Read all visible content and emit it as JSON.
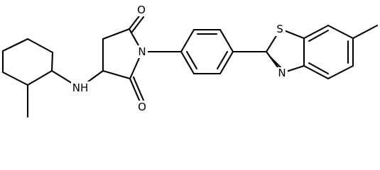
{
  "structure": {
    "atoms": {
      "o_top": "O",
      "o_bottom": "O",
      "n_imide": "N",
      "nh": "NH",
      "s": "S",
      "n_thiazole": "N"
    },
    "colors": {
      "bond": "#000000",
      "label": "#000000",
      "background": "#ffffff"
    }
  }
}
